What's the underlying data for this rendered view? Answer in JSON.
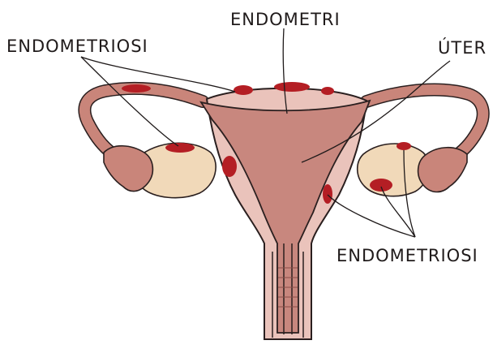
{
  "labels": {
    "endometriosi_left": "ENDOMETRIOSI",
    "endometri": "ENDOMETRI",
    "uter": "ÚTER",
    "endometriosi_right": "ENDOMETRIOSI"
  },
  "colors": {
    "tube": "#c9857a",
    "uterus_outer": "#eac3bb",
    "uterus_inner": "#c8877e",
    "ovary": "#f1d9b9",
    "lesion": "#b41e24",
    "outline": "#2a1f1f"
  }
}
